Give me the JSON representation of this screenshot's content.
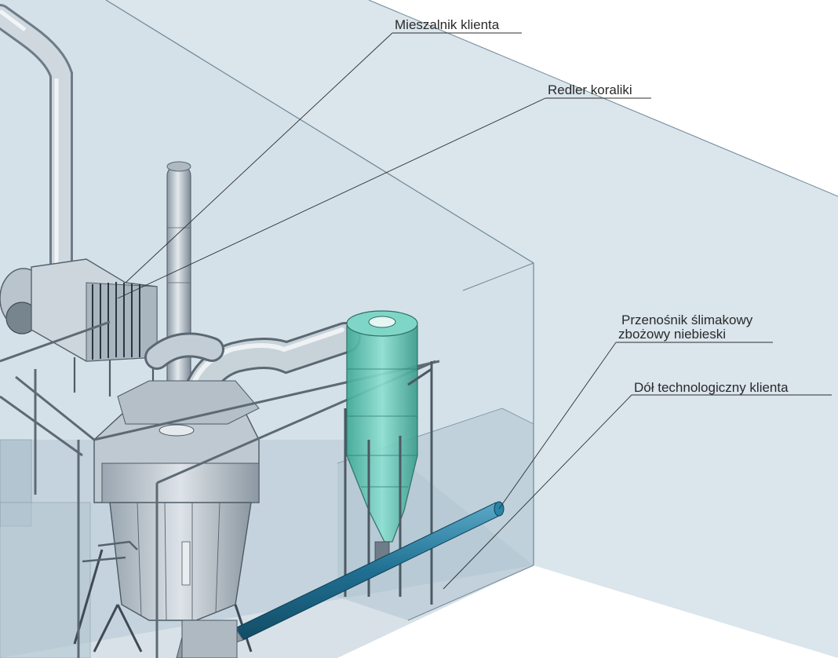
{
  "callouts": {
    "mixer": {
      "label": "Mieszalnik klienta"
    },
    "redler": {
      "label": "Redler koraliki"
    },
    "screw_conveyor": {
      "line1": "Przenośnik ślimakowy",
      "line2": "zbożowy niebieski"
    },
    "pit": {
      "label": "Dół technologiczny klienta"
    }
  },
  "colors": {
    "room_wall": "#c9d9e3",
    "room_edge": "#6f8796",
    "steel": "#c3cdd5",
    "steel_dark": "#7a8894",
    "cyclone": "#5fc4b4",
    "auger": "#2d7ea0",
    "leader": "#2f2f2f"
  }
}
